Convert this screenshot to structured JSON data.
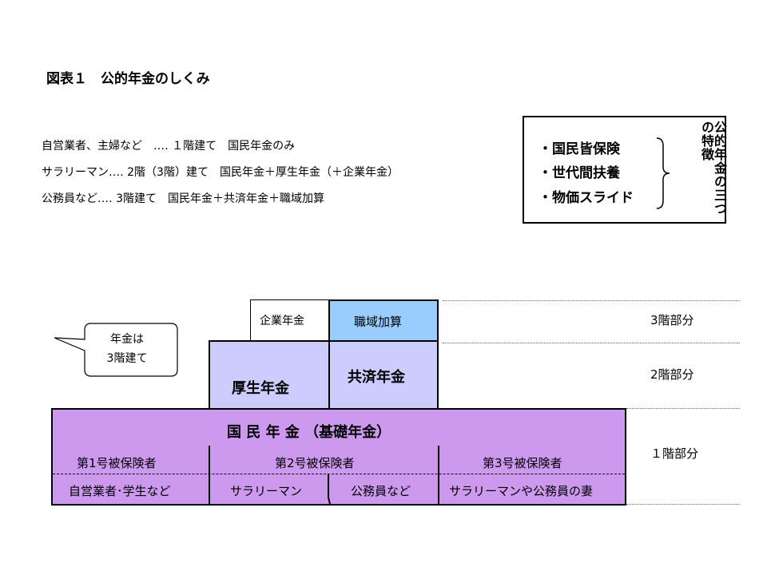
{
  "title": "図表１　公的年金のしくみ",
  "summary_lines": [
    "自営業者、主婦など　‥‥ １階建て　国民年金のみ",
    "サラリーマン‥‥ 2階（3階）建て　国民年金＋厚生年金（＋企業年金）",
    "公務員など‥‥ 3階建て　国民年金＋共済年金＋職域加算"
  ],
  "features": {
    "items": [
      "・国民皆保険",
      "・世代間扶養",
      "・物価スライド"
    ],
    "side_label": "公的年金の三つの特徴"
  },
  "bubble": {
    "line1": "年金は",
    "line2": "3階建て"
  },
  "tiers": {
    "t3": "3階部分",
    "t2": "2階部分",
    "t1": "１階部分"
  },
  "blocks": {
    "kigyo": "企業年金",
    "shokuiki": "職域加算",
    "kosei": "厚生年金",
    "kyosai": "共済年金",
    "kokumin": "国 民 年 金 （基礎年金）"
  },
  "insured": {
    "no1": "第1号被保険者",
    "no2": "第2号被保険者",
    "no3": "第3号被保険者"
  },
  "groups": {
    "self_employed": "自営業者･学生など",
    "salaryman": "サラリーマン",
    "civil_servant": "公務員など",
    "spouse": "サラリーマンや公務員の妻"
  },
  "colors": {
    "kokumin_fill": "#cc99ee",
    "kosei_fill": "#ccccff",
    "kyosai_fill": "#ccccff",
    "shokuiki_fill": "#99ccff"
  }
}
